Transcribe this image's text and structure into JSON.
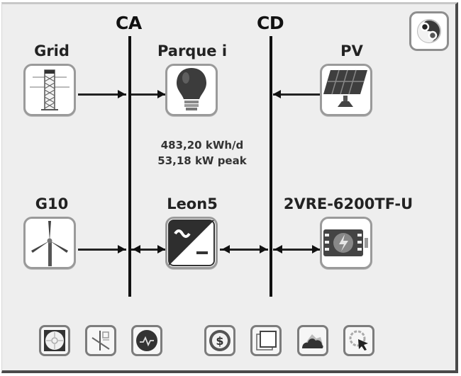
{
  "buses": {
    "ac": {
      "label": "CA"
    },
    "dc": {
      "label": "CD"
    }
  },
  "nodes": {
    "grid": {
      "label": "Grid",
      "icon": "transmission-tower-icon"
    },
    "load": {
      "label": "Parque i",
      "icon": "light-bulb-icon",
      "energy": "483,20 kWh/d",
      "peak": "53,18 kW peak"
    },
    "pv": {
      "label": "PV",
      "icon": "solar-panel-icon"
    },
    "wind": {
      "label": "G10",
      "icon": "wind-turbine-icon"
    },
    "converter": {
      "label": "Leon5",
      "icon": "ac-dc-converter-icon"
    },
    "battery": {
      "label": "2VRE-6200TF-U",
      "icon": "battery-icon"
    }
  },
  "corner_button": {
    "icon": "equipment-settings-icon"
  },
  "toolbar": {
    "buttons": [
      {
        "name": "compass",
        "icon": "compass-icon"
      },
      {
        "name": "sensitivity",
        "icon": "sensitivity-icon"
      },
      {
        "name": "oscilloscope",
        "icon": "waveform-icon"
      },
      {
        "name": "economics",
        "icon": "dollar-icon"
      },
      {
        "name": "system",
        "icon": "window-stack-icon"
      },
      {
        "name": "emissions",
        "icon": "cloud-icon"
      },
      {
        "name": "optimize",
        "icon": "cursor-select-icon"
      }
    ]
  },
  "colors": {
    "panel_bg": "#eeeeee",
    "bus_line": "#111111",
    "box_border": "#9a9a9a"
  }
}
